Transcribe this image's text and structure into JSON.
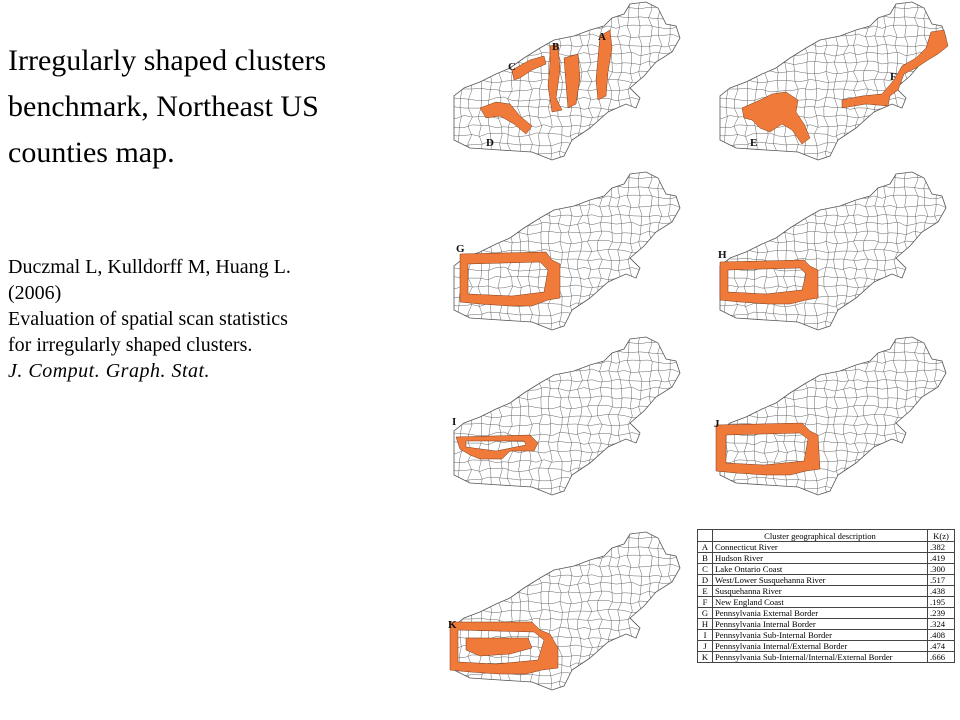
{
  "title": "Irregularly shaped clusters benchmark, Northeast US counties map.",
  "citation": {
    "authors": "Duczmal L, Kulldorff M, Huang L.",
    "year": "(2006)",
    "article": "Evaluation of spatial scan statistics",
    "article_cont": "for irregularly shaped clusters.",
    "journal": "J. Comput. Graph. Stat."
  },
  "colors": {
    "cluster": "#f07a3a",
    "border": "#555555",
    "background": "#ffffff"
  },
  "maps": [
    {
      "labels": [
        "A",
        "B",
        "C",
        "D"
      ]
    },
    {
      "labels": [
        "E",
        "F"
      ]
    },
    {
      "labels": [
        "G"
      ]
    },
    {
      "labels": [
        "H"
      ]
    },
    {
      "labels": [
        "I"
      ]
    },
    {
      "labels": [
        "J"
      ]
    },
    {
      "labels": [
        "K"
      ]
    }
  ],
  "table": {
    "header_desc": "Cluster geographical description",
    "header_k": "K(z)",
    "rows": [
      {
        "id": "A",
        "desc": "Connecticut River",
        "k": ".382"
      },
      {
        "id": "B",
        "desc": "Hudson River",
        "k": ".419"
      },
      {
        "id": "C",
        "desc": "Lake Ontario Coast",
        "k": ".300"
      },
      {
        "id": "D",
        "desc": "West/Lower Susquehanna River",
        "k": ".517"
      },
      {
        "id": "E",
        "desc": "Susquehanna River",
        "k": ".438"
      },
      {
        "id": "F",
        "desc": "New England Coast",
        "k": ".195"
      },
      {
        "id": "G",
        "desc": "Pennsylvania External Border",
        "k": ".239"
      },
      {
        "id": "H",
        "desc": "Pennsylvania Internal Border",
        "k": ".324"
      },
      {
        "id": "I",
        "desc": "Pennsylvania Sub-Internal Border",
        "k": ".408"
      },
      {
        "id": "J",
        "desc": "Pennsylvania Internal/External Border",
        "k": ".474"
      },
      {
        "id": "K",
        "desc": "Pennsylvania Sub-Internal/Internal/External Border",
        "k": ".666"
      }
    ]
  }
}
